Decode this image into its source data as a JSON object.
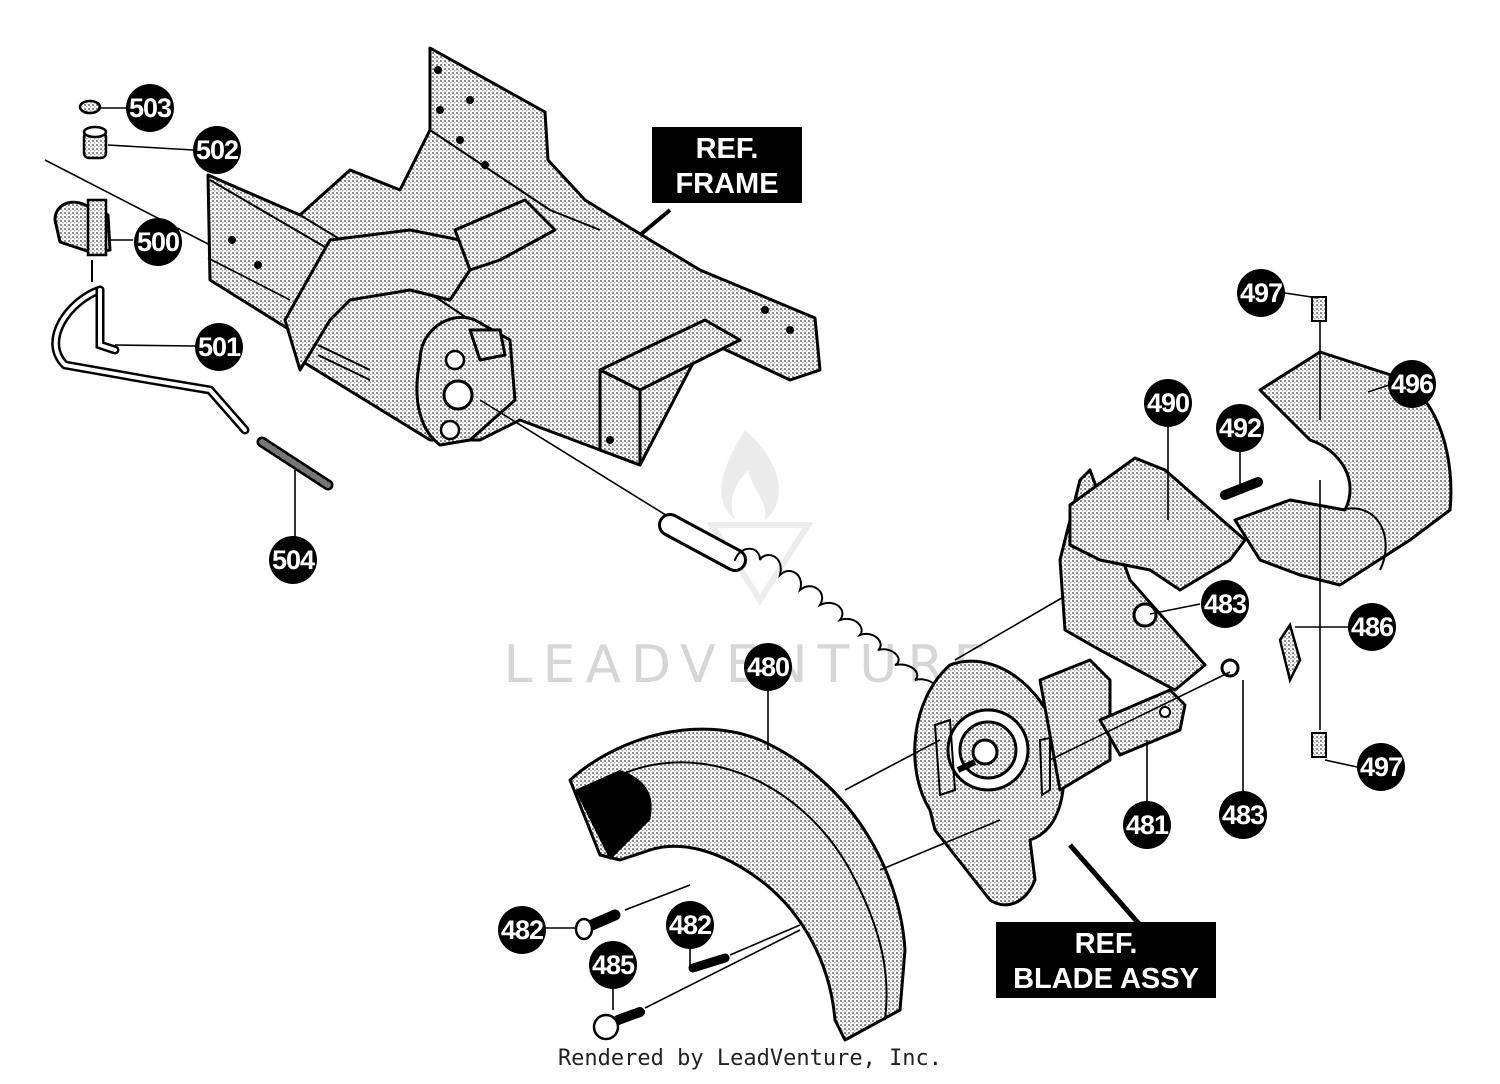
{
  "diagram": {
    "callouts": [
      {
        "id": "c503",
        "label": "503"
      },
      {
        "id": "c502",
        "label": "502"
      },
      {
        "id": "c500",
        "label": "500"
      },
      {
        "id": "c501",
        "label": "501"
      },
      {
        "id": "c504",
        "label": "504"
      },
      {
        "id": "c497a",
        "label": "497"
      },
      {
        "id": "c496",
        "label": "496"
      },
      {
        "id": "c490",
        "label": "490"
      },
      {
        "id": "c492",
        "label": "492"
      },
      {
        "id": "c483a",
        "label": "483"
      },
      {
        "id": "c486",
        "label": "486"
      },
      {
        "id": "c480",
        "label": "480"
      },
      {
        "id": "c497b",
        "label": "497"
      },
      {
        "id": "c481",
        "label": "481"
      },
      {
        "id": "c483b",
        "label": "483"
      },
      {
        "id": "c482a",
        "label": "482"
      },
      {
        "id": "c482b",
        "label": "482"
      },
      {
        "id": "c485",
        "label": "485"
      }
    ],
    "ref_frame": {
      "line1": "REF.",
      "line2": "FRAME"
    },
    "ref_blade": {
      "line1": "REF.",
      "line2": "BLADE ASSY"
    },
    "watermark": "LEADVENTURE",
    "footer": "Rendered by LeadVenture, Inc.",
    "colors": {
      "ink": "#000000",
      "paper": "#ffffff",
      "shading": "#9a9a9a",
      "watermark": "#d6d6d6"
    }
  }
}
